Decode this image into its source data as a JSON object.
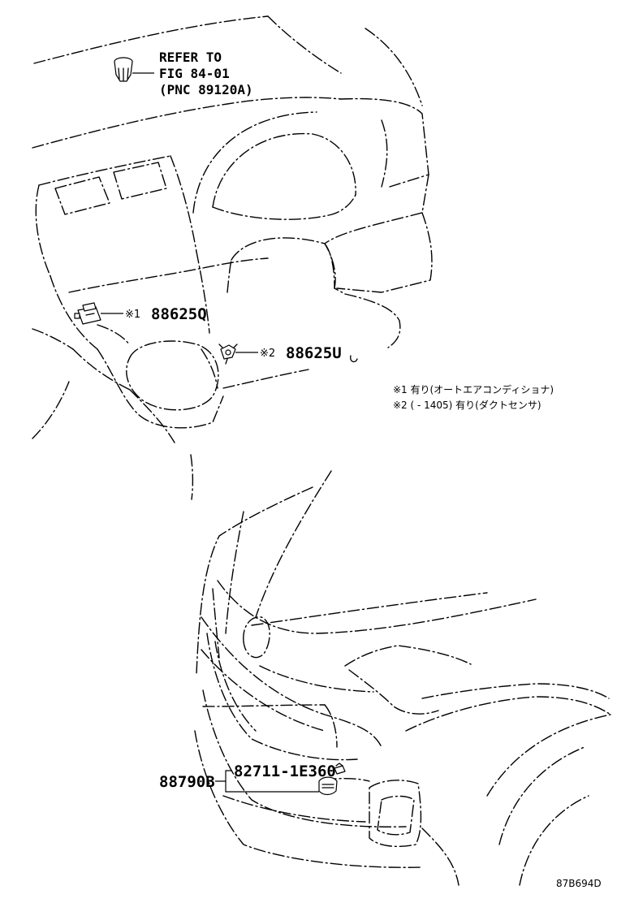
{
  "reference": {
    "line1": "REFER TO",
    "line2": "FIG 84-01",
    "line3": "(PNC 89120A)"
  },
  "parts": {
    "p1": {
      "mark": "※1",
      "number": "88625Q"
    },
    "p2": {
      "mark": "※2",
      "number": "88625U"
    },
    "p3": {
      "number": "88790B"
    },
    "p4": {
      "number": "82711-1E360"
    }
  },
  "notes": {
    "note1": "※1 有り(オートエアコンディショナ)",
    "note2": "※2 (     - 1405) 有り(ダクトセンサ)"
  },
  "diagram_code": "87B694D",
  "icons": [
    "connector-clip-icon",
    "sensor-icon",
    "duct-sensor-icon",
    "ambient-sensor-icon",
    "small-clip-icon"
  ]
}
